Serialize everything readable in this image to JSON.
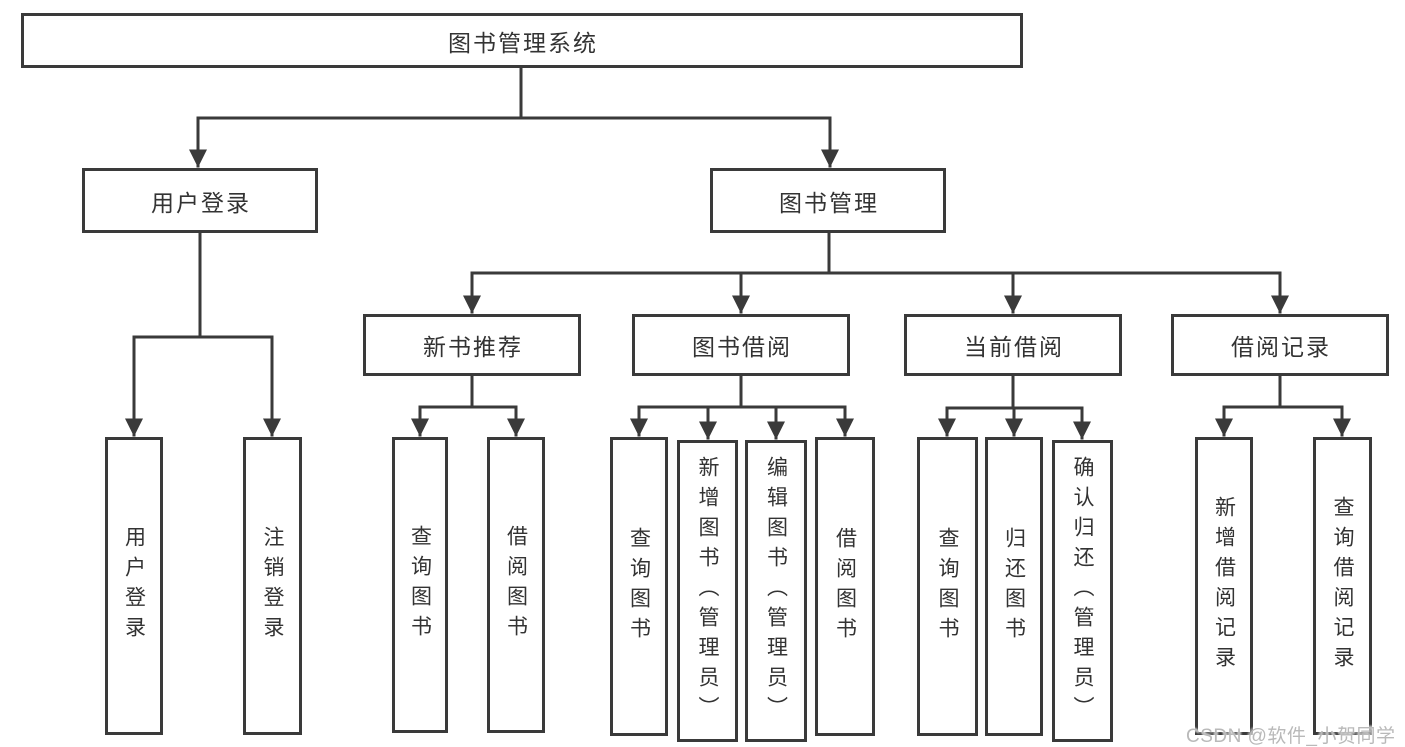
{
  "diagram": {
    "root": {
      "label": "图书管理系统"
    },
    "branches": [
      {
        "label": "用户登录",
        "children": [
          {
            "label": "用户登录"
          },
          {
            "label": "注销登录"
          }
        ]
      },
      {
        "label": "图书管理",
        "children": [
          {
            "label": "新书推荐",
            "children": [
              {
                "label": "查询图书"
              },
              {
                "label": "借阅图书"
              }
            ]
          },
          {
            "label": "图书借阅",
            "children": [
              {
                "label": "查询图书"
              },
              {
                "label": "新增图书（管理员）"
              },
              {
                "label": "编辑图书（管理员）"
              },
              {
                "label": "借阅图书"
              }
            ]
          },
          {
            "label": "当前借阅",
            "children": [
              {
                "label": "查询图书"
              },
              {
                "label": "归还图书"
              },
              {
                "label": "确认归还（管理员）"
              }
            ]
          },
          {
            "label": "借阅记录",
            "children": [
              {
                "label": "新增借阅记录"
              },
              {
                "label": "查询借阅记录"
              }
            ]
          }
        ]
      }
    ]
  },
  "watermark": {
    "text": "CSDN @软件_小贺同学"
  },
  "colors": {
    "line": "#3a3a3a",
    "border": "#3a3a3a",
    "text": "#333333",
    "watermark": "#b9b9b9",
    "background": "#ffffff"
  }
}
